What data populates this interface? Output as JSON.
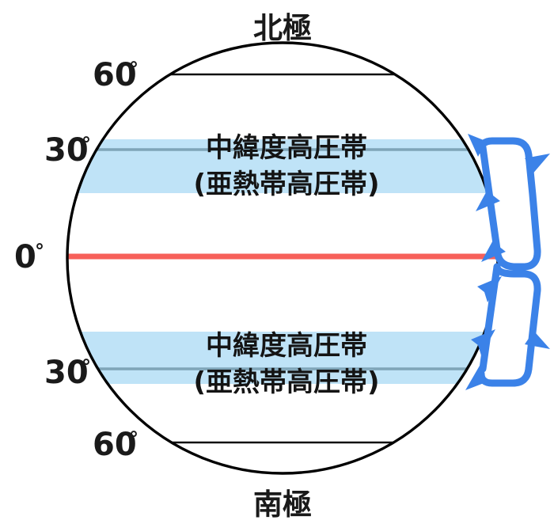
{
  "figure": {
    "title_visible": false,
    "colors": {
      "outline": "#000000",
      "equator": "#F7605A",
      "band_fill": "#BFE3F7",
      "band_line": "#7FA5B8",
      "arrow": "#3B82E8",
      "latitude_line": "#111111",
      "background": "#FFFFFF",
      "text": "#1A1A1A"
    }
  },
  "poles": {
    "north_label": "北極",
    "south_label": "南極"
  },
  "latitudes": [
    {
      "id": "n60",
      "label": "60",
      "degree_symbol": "°",
      "hemisphere": "north",
      "value": 60
    },
    {
      "id": "n30",
      "label": "30",
      "degree_symbol": "°",
      "hemisphere": "north",
      "value": 30
    },
    {
      "id": "eq",
      "label": "0",
      "degree_symbol": "°",
      "hemisphere": "equator",
      "value": 0
    },
    {
      "id": "s30",
      "label": "30",
      "degree_symbol": "°",
      "hemisphere": "south",
      "value": 30
    },
    {
      "id": "s60",
      "label": "60",
      "degree_symbol": "°",
      "hemisphere": "south",
      "value": 60
    }
  ],
  "zones": [
    {
      "id": "north-subtropical-high",
      "line1": "中緯度高圧帯",
      "line2": "(亜熱帯高圧帯)",
      "hemisphere": "north"
    },
    {
      "id": "south-subtropical-high",
      "line1": "中緯度高圧帯",
      "line2": "(亜熱帯高圧帯)",
      "hemisphere": "south"
    }
  ],
  "circulation_cells": [
    {
      "id": "north-cell",
      "hemisphere": "north",
      "arrow_count": 4,
      "direction": "clockwise-loop"
    },
    {
      "id": "south-cell",
      "hemisphere": "south",
      "arrow_count": 4,
      "direction": "counterclockwise-loop"
    }
  ]
}
